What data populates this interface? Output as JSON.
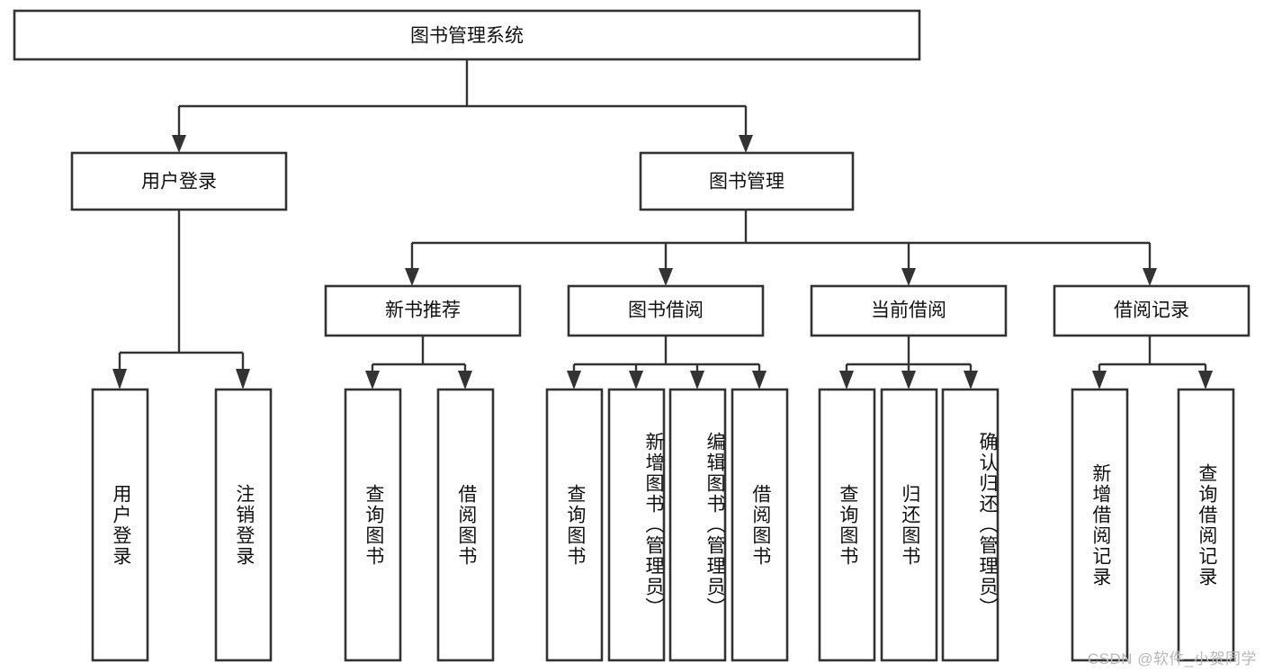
{
  "diagram": {
    "title": "图书管理系统",
    "type": "tree-hierarchy-chart",
    "root": {
      "label": "图书管理系统"
    },
    "level2": [
      {
        "label": "用户登录"
      },
      {
        "label": "图书管理"
      }
    ],
    "level3": [
      {
        "label": "新书推荐"
      },
      {
        "label": "图书借阅"
      },
      {
        "label": "当前借阅"
      },
      {
        "label": "借阅记录"
      }
    ],
    "leaves": {
      "user_login": [
        {
          "label": "用户登录"
        },
        {
          "label": "注销登录"
        }
      ],
      "new_book_recommend": [
        {
          "label": "查询图书"
        },
        {
          "label": "借阅图书"
        }
      ],
      "book_borrow": [
        {
          "label": "查询图书"
        },
        {
          "label": "新增图书（管理员）"
        },
        {
          "label": "编辑图书（管理员）"
        },
        {
          "label": "借阅图书"
        }
      ],
      "current_borrow": [
        {
          "label": "查询图书"
        },
        {
          "label": "归还图书"
        },
        {
          "label": "确认归还（管理员）"
        }
      ],
      "borrow_record": [
        {
          "label": "新增借阅记录"
        },
        {
          "label": "查询借阅记录"
        }
      ]
    }
  },
  "watermark": {
    "text": "CSDN @软件_小贺同学"
  },
  "colors": {
    "stroke": "#333333",
    "box_fill": "#ffffff",
    "text": "#111111",
    "watermark": "#b8b8b8",
    "background": "#ffffff"
  }
}
